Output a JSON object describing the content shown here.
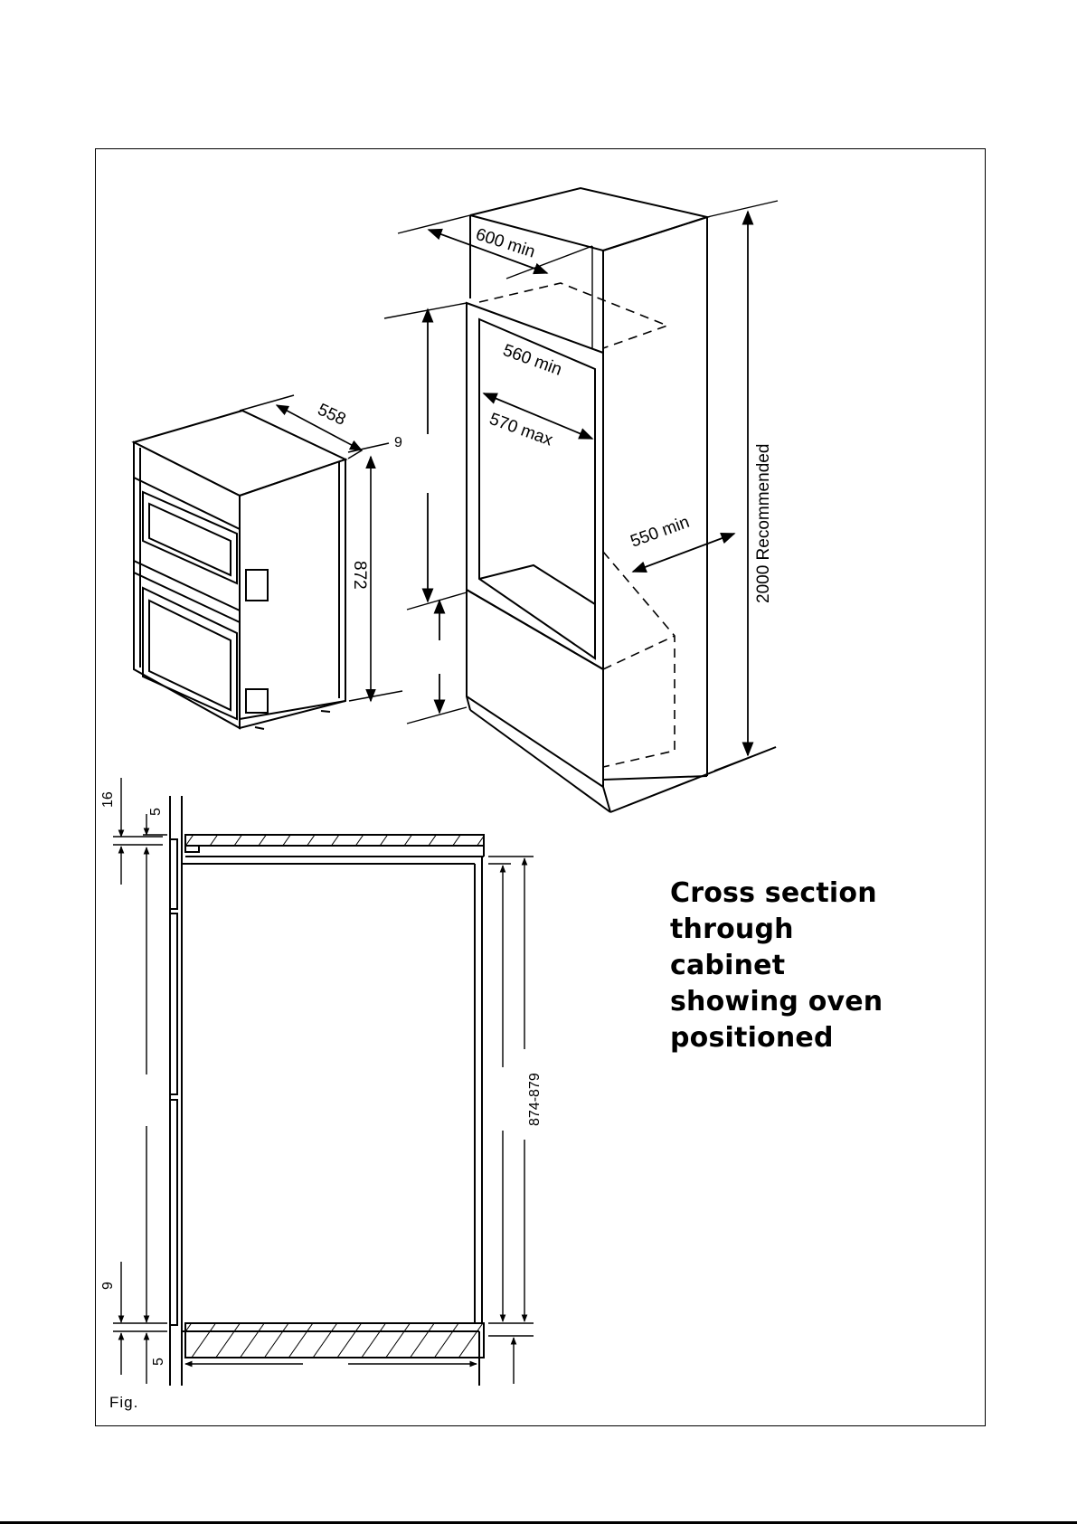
{
  "figure": {
    "caption_label": "Fig.",
    "title_lines": [
      "Cross section",
      "through",
      "cabinet",
      "showing oven",
      "positioned"
    ]
  },
  "dimensions": {
    "cabinet_width": "600 min",
    "aperture_width": "560 min",
    "aperture_max": "570 max",
    "cabinet_depth": "550 min",
    "cabinet_height": "2000 Recommended",
    "oven_depth": "558",
    "oven_height": "872",
    "oven_offset": "9",
    "section_top_gap": "16",
    "section_top_lip": "5",
    "section_bottom_gap": "9",
    "section_bottom_lip": "5",
    "section_aperture_height": "874-879"
  },
  "colors": {
    "line": "#000000",
    "background": "#ffffff"
  }
}
